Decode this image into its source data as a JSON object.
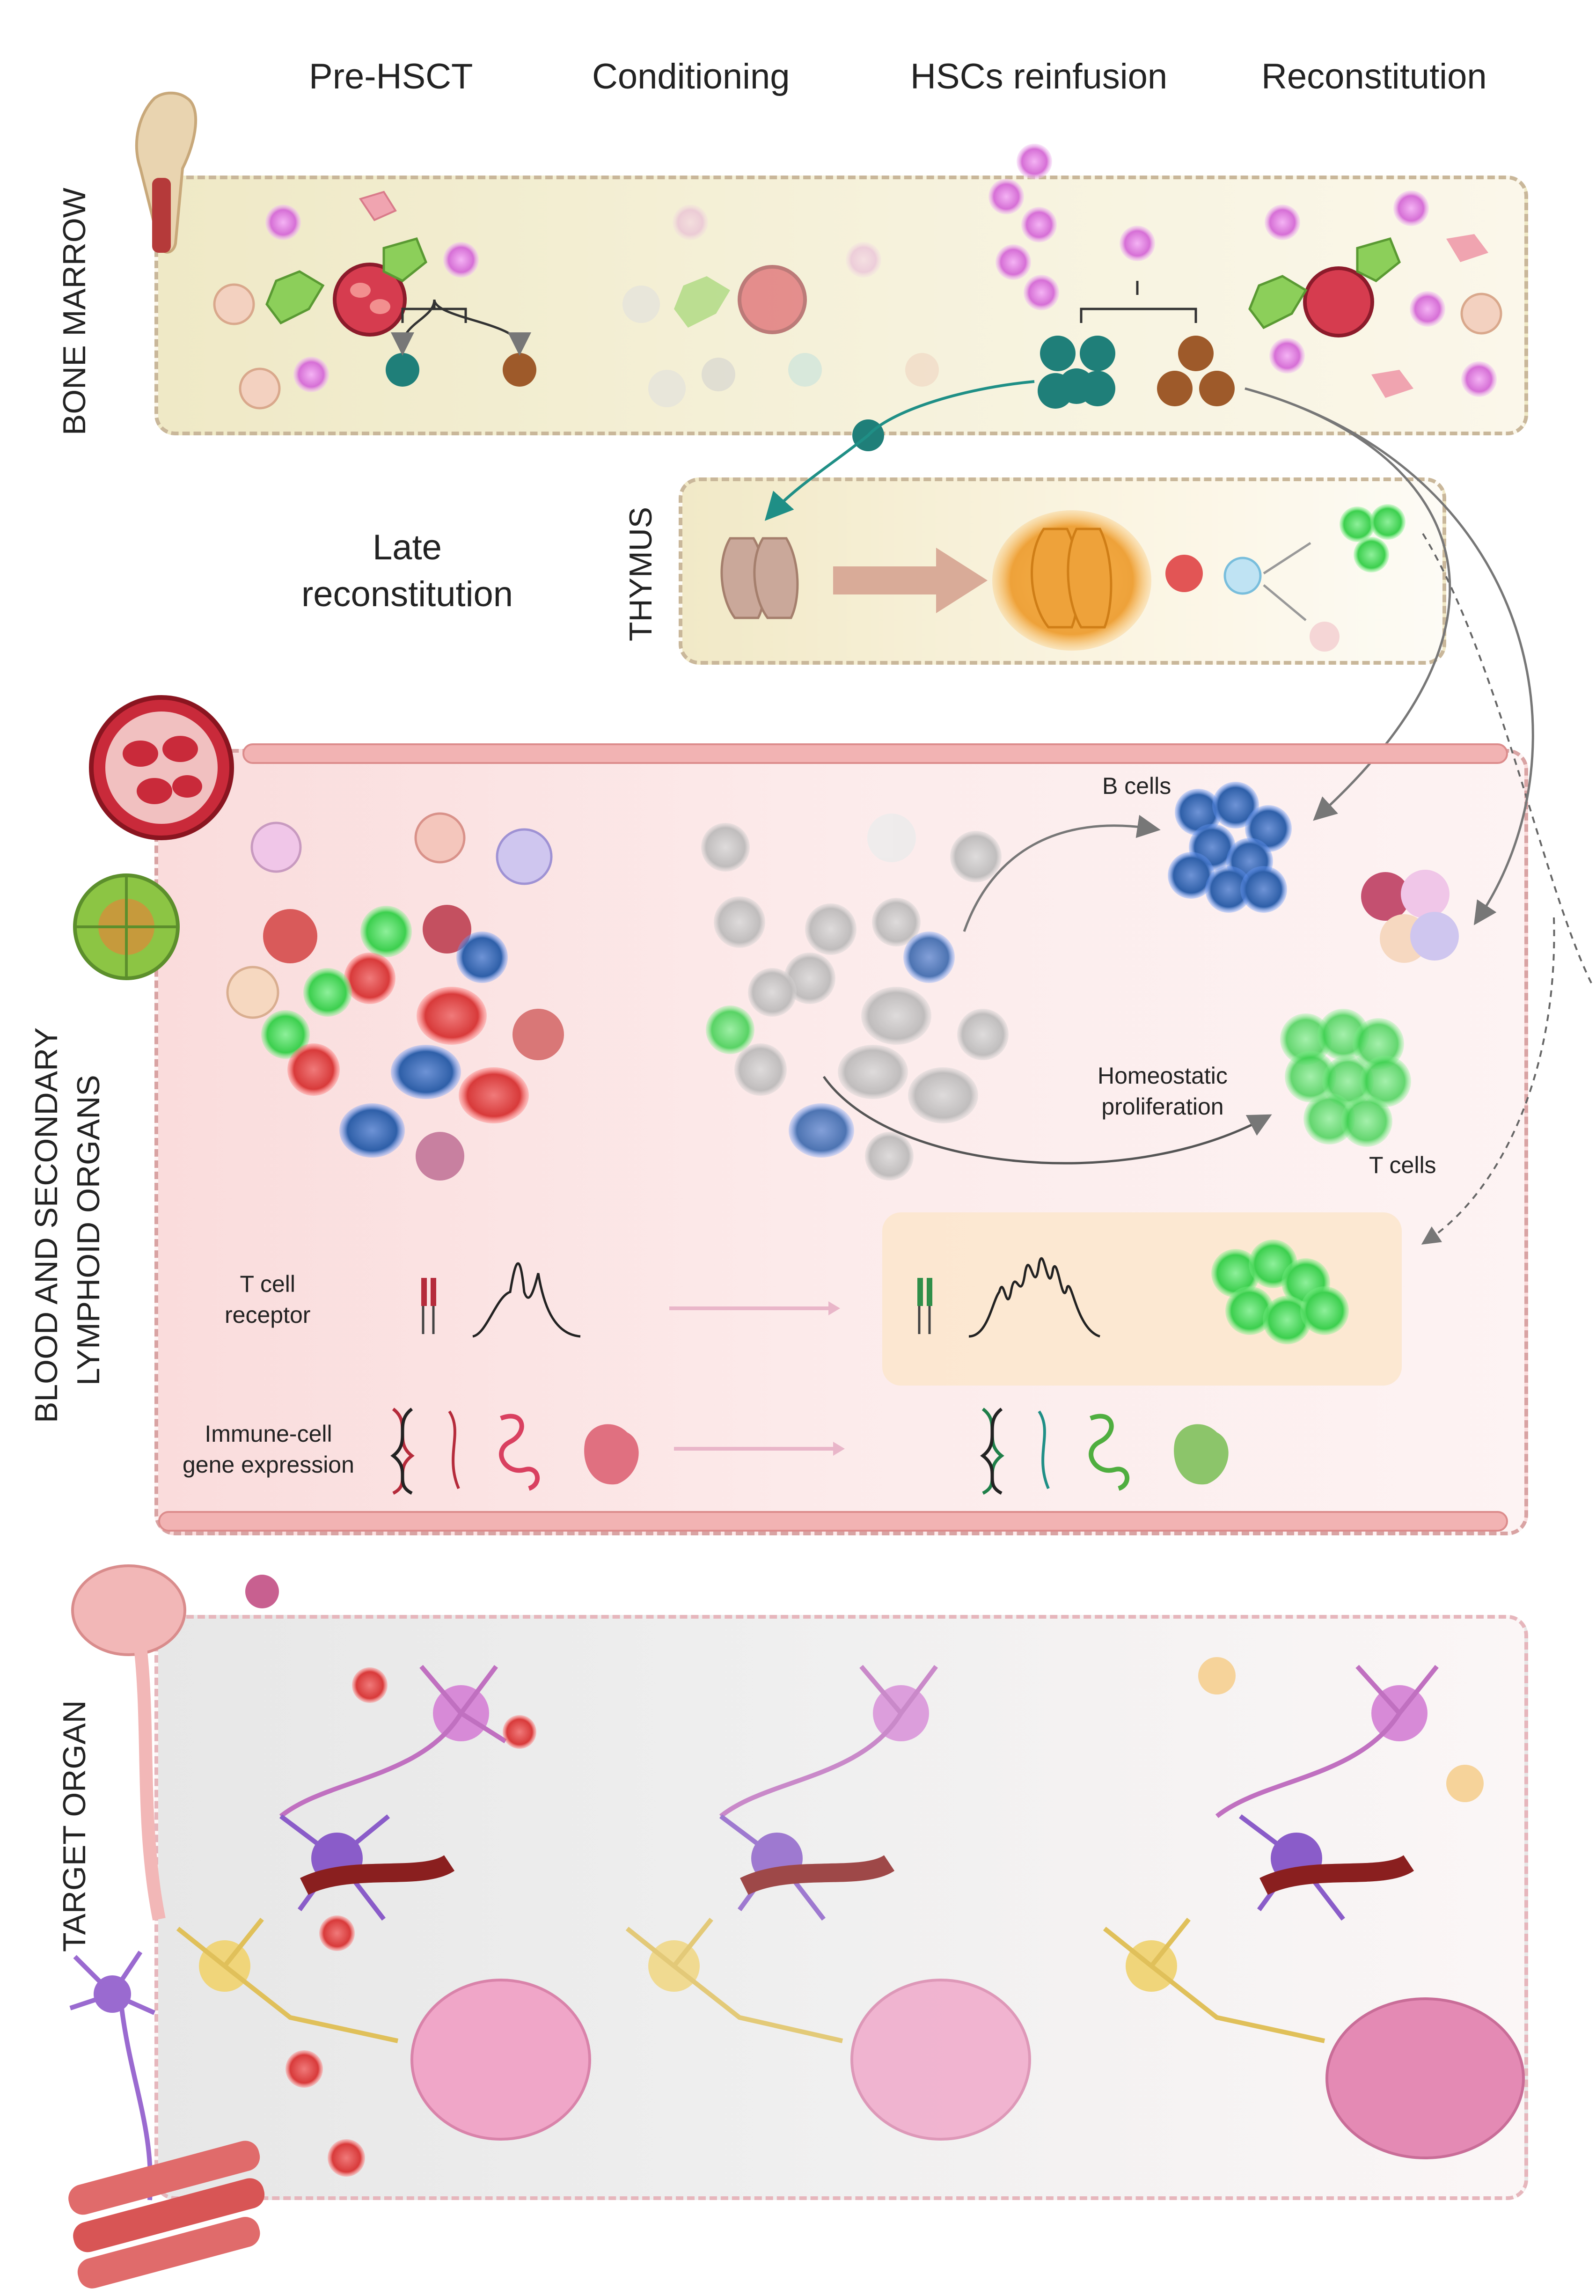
{
  "headers": {
    "col1": "Pre-HSCT",
    "col2": "Conditioning",
    "col3": "HSCs reinfusion",
    "col4": "Reconstitution"
  },
  "side_labels": {
    "bone_marrow": "BONE MARROW",
    "thymus": "THYMUS",
    "blood_line1": "BLOOD AND SECONDARY",
    "blood_line2": "LYMPHOID ORGANS",
    "target_organ": "TARGET ORGAN"
  },
  "thymus_panel": {
    "late_line1": "Late",
    "late_line2": "reconstitution"
  },
  "blood_panel": {
    "b_cells": "B cells",
    "homeostatic_line1": "Homeostatic",
    "homeostatic_line2": "proliferation",
    "t_cells": "T cells",
    "tcr_line1": "T cell",
    "tcr_line2": "receptor",
    "gene_line1": "Immune-cell",
    "gene_line2": "gene expression"
  },
  "colors": {
    "bone_panel": "#f3efd6",
    "thymus_panel": "#f7f1dc",
    "blood_panel": "#fbe3e3",
    "target_panel": "#ececec",
    "dashed_border": "#c9b79a",
    "teal_cell": "#1f7f79",
    "brown_cell": "#9e5a2a",
    "magenta_cell": "#d66fd6",
    "red_cell": "#d83a3a",
    "green_cell": "#3ccf4e",
    "blue_cell": "#2e5fa8"
  },
  "icons": [
    "femur-icon",
    "red-blood-cell-vessel-icon",
    "lymph-node-icon",
    "brain-spinal-cord-icon",
    "neuron-icon",
    "muscle-fibers-icon",
    "thymus-icon",
    "dna-icon",
    "protein-icon"
  ]
}
